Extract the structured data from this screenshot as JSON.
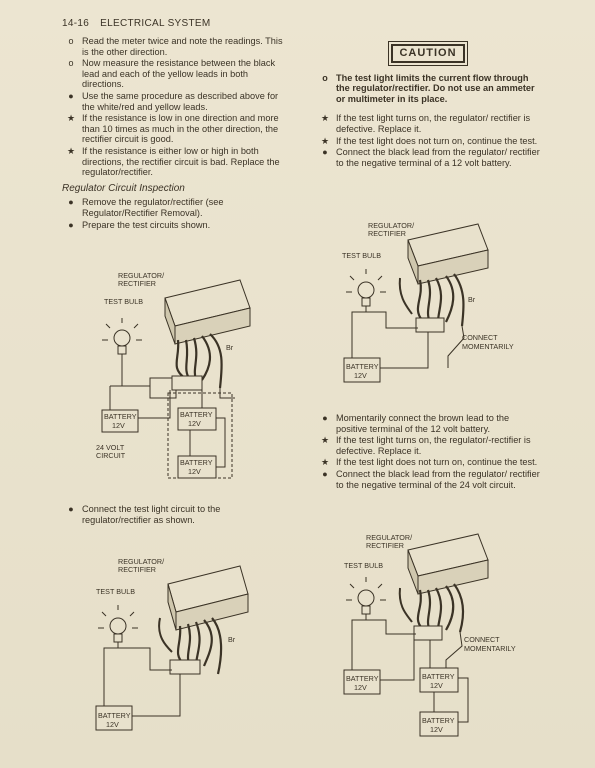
{
  "header": {
    "page_number": "14-16",
    "section": "ELECTRICAL SYSTEM"
  },
  "left": {
    "items": [
      {
        "bullet": "o",
        "text": "Read the meter twice and note the readings. This is the other direction."
      },
      {
        "bullet": "o",
        "text": "Now measure the resistance between the black lead and each of the yellow leads in both directions."
      },
      {
        "bullet": "●",
        "text": "Use the same procedure as described above for the white/red and yellow leads."
      },
      {
        "bullet": "★",
        "text": "If the resistance is low in one direction and more than 10 times as much in the other direction, the rectifier circuit is good."
      },
      {
        "bullet": "★",
        "text": "If the resistance is either low or high in both directions, the rectifier circuit is bad. Replace the regulator/rectifier."
      }
    ],
    "section_title": "Regulator Circuit Inspection",
    "items2": [
      {
        "bullet": "●",
        "text": "Remove the regulator/rectifier (see Regulator/Rectifier Removal)."
      },
      {
        "bullet": "●",
        "text": "Prepare the test circuits shown."
      }
    ],
    "bottom_item": {
      "bullet": "●",
      "text": "Connect the test light circuit to the regulator/rectifier as shown."
    }
  },
  "right": {
    "caution_label": "CAUTION",
    "caution_item": {
      "bullet": "o",
      "text": "The test light limits the current flow through the regulator/rectifier. Do not use an ammeter or multimeter in its place."
    },
    "items": [
      {
        "bullet": "★",
        "text": "If the test light turns on, the regulator/ rectifier is defective. Replace it."
      },
      {
        "bullet": "★",
        "text": "If the test light does not turn on, continue the test."
      },
      {
        "bullet": "●",
        "text": "Connect the black lead from the regulator/ rectifier to the negative terminal of a 12 volt battery."
      }
    ],
    "items2": [
      {
        "bullet": "●",
        "text": "Momentarily connect the brown lead to the positive terminal of the 12 volt battery."
      },
      {
        "bullet": "★",
        "text": "If the test light turns on, the regulator/-rectifier is defective. Replace it."
      },
      {
        "bullet": "★",
        "text": "If the test light does not turn on, continue the test."
      },
      {
        "bullet": "●",
        "text": "Connect the black lead from the regulator/ rectifier to the negative terminal of the 24 volt circuit."
      }
    ]
  },
  "diagram_labels": {
    "regulator": "REGULATOR/",
    "rectifier": "RECTIFIER",
    "test_bulb": "TEST BULB",
    "battery": "BATTERY",
    "volts12": "12V",
    "volt24": "24 VOLT",
    "circuit": "CIRCUIT",
    "connect": "CONNECT",
    "momentarily": "MOMENTARILY",
    "br": "Br"
  }
}
